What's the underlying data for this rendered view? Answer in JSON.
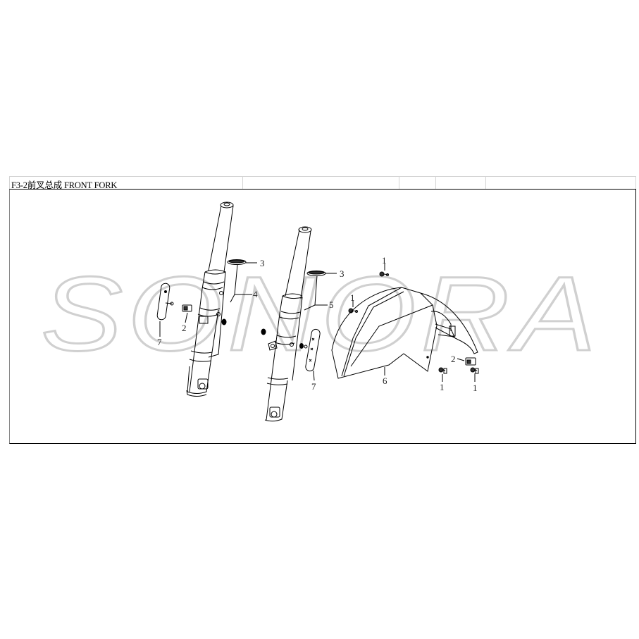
{
  "header": {
    "title": "F3-2前叉总成  FRONT FORK",
    "cells": [
      "",
      "",
      "",
      ""
    ]
  },
  "watermark": {
    "text": "SONORA",
    "color": "#d0d0d0"
  },
  "diagram": {
    "title": "FRONT FORK",
    "parts": [
      {
        "id": "left-fork-leg",
        "callout": "4"
      },
      {
        "id": "right-fork-leg",
        "callout": "5"
      },
      {
        "id": "fork-cap-left",
        "callout": "3"
      },
      {
        "id": "fork-cap-right",
        "callout": "3"
      },
      {
        "id": "front-fender",
        "callout": "6"
      },
      {
        "id": "reflector-left",
        "callout": "7"
      },
      {
        "id": "reflector-right",
        "callout": "7"
      },
      {
        "id": "clip-left",
        "callout": "2"
      },
      {
        "id": "clip-right",
        "callout": "2"
      },
      {
        "id": "bolt-top",
        "callout": "1"
      },
      {
        "id": "bolt-mid",
        "callout": "1"
      },
      {
        "id": "bolt-bottom-left",
        "callout": "1"
      },
      {
        "id": "bolt-bottom-right",
        "callout": "1"
      }
    ],
    "callouts": {
      "c3a": "3",
      "c4": "4",
      "c3b": "3",
      "c5": "5",
      "c1top": "1",
      "c1mid": "1",
      "c2left": "2",
      "c7left": "7",
      "c7right": "7",
      "c6": "6",
      "c2right": "2",
      "c1bl": "1",
      "c1br": "1"
    }
  },
  "colors": {
    "line": "#000000",
    "grid": "#d4d4d4",
    "watermark": "#d0d0d0"
  }
}
